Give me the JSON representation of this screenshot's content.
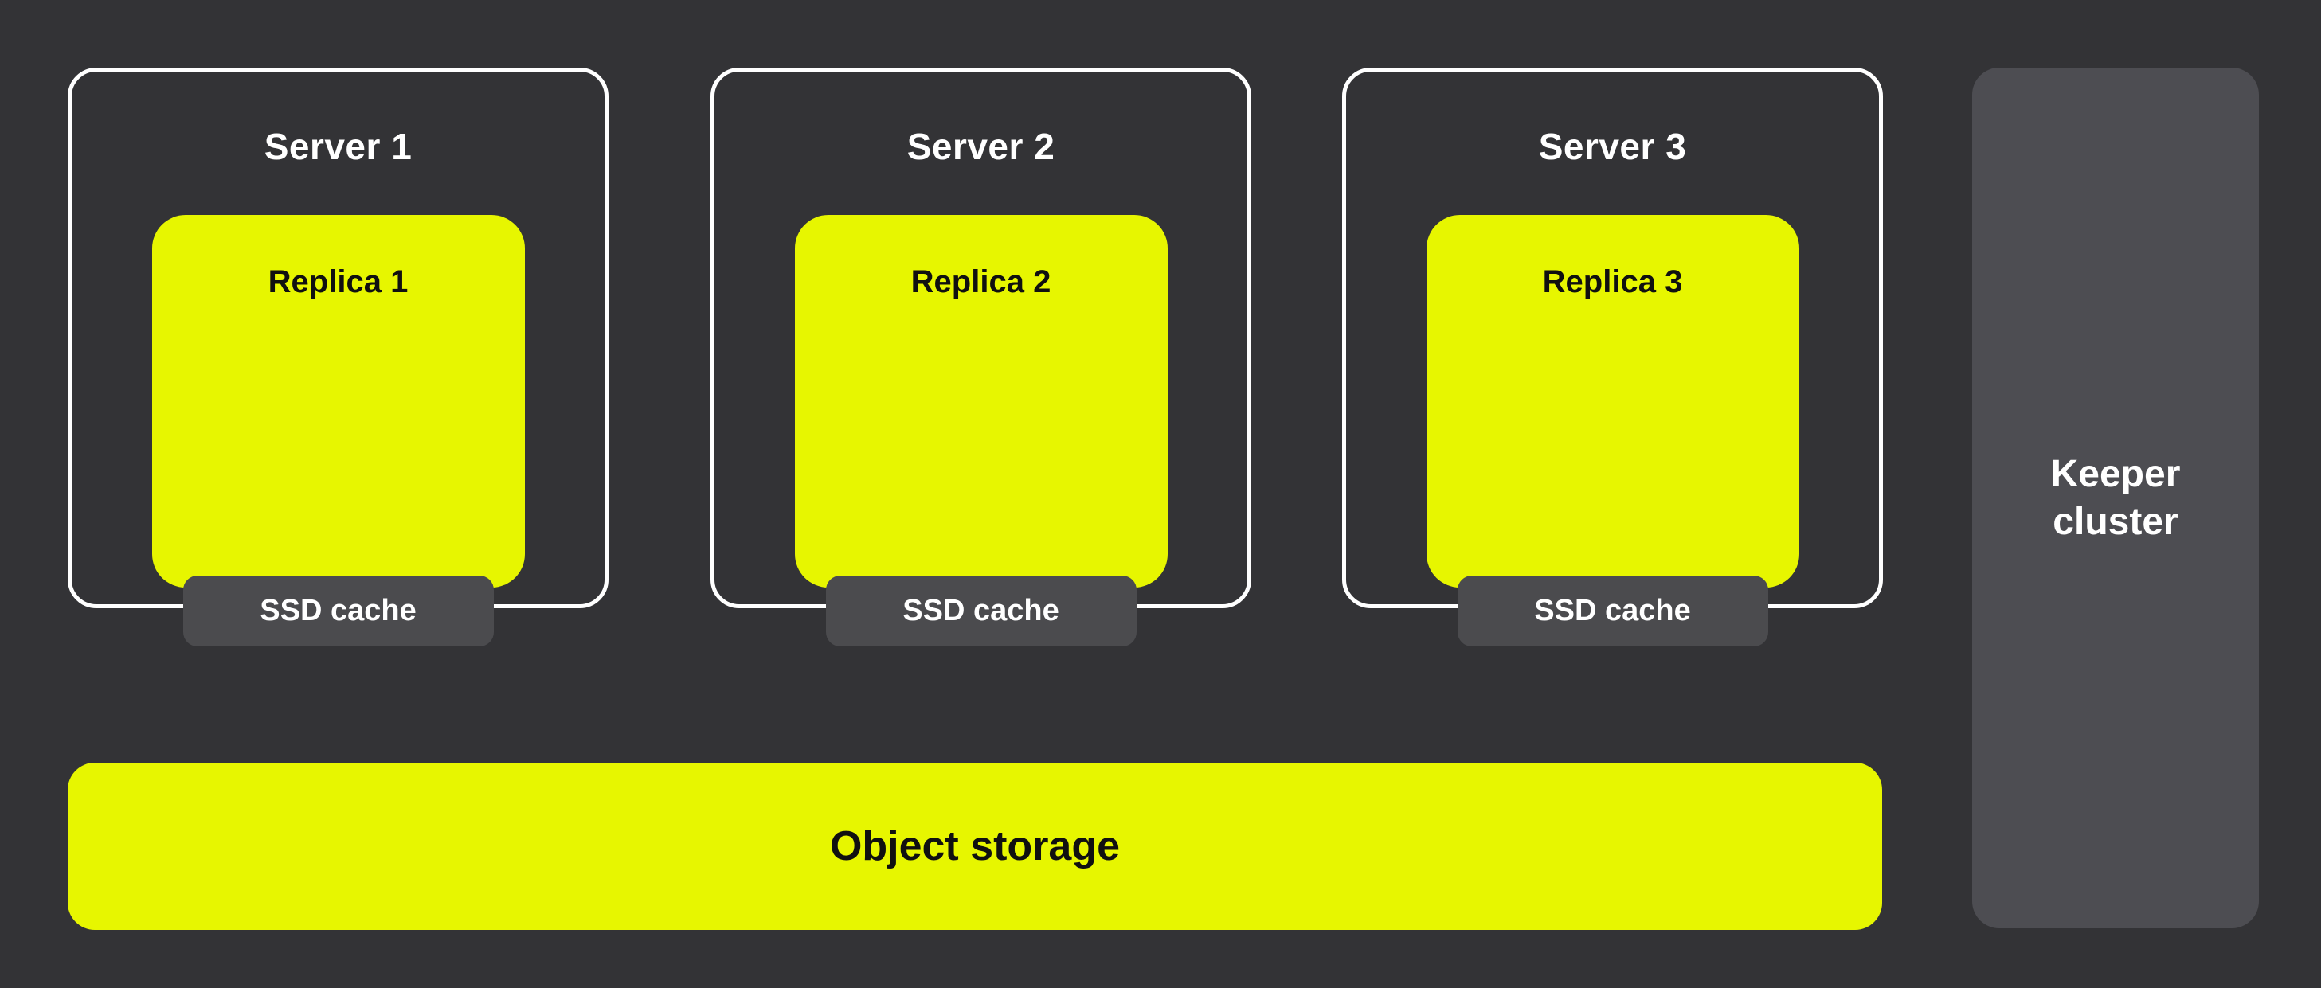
{
  "colors": {
    "background": "#333336",
    "accent_yellow": "#E7F600",
    "server_border": "#FFFFFF",
    "cache_badge_gray": "#4B4B4E",
    "keeper_gray": "#4D4D52",
    "text_light": "#FFFFFF",
    "text_dark": "#101010"
  },
  "servers": [
    {
      "title": "Server 1",
      "replica_label": "Replica 1",
      "cache_label": "SSD cache"
    },
    {
      "title": "Server 2",
      "replica_label": "Replica 2",
      "cache_label": "SSD cache"
    },
    {
      "title": "Server 3",
      "replica_label": "Replica 3",
      "cache_label": "SSD cache"
    }
  ],
  "object_storage": {
    "label": "Object storage"
  },
  "keeper_cluster": {
    "lines": [
      "Keeper",
      "cluster"
    ]
  }
}
